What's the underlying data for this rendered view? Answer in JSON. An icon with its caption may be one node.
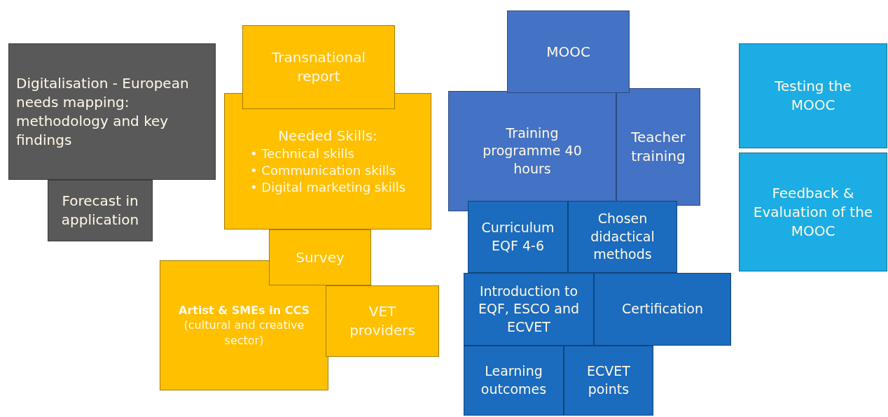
{
  "diagram": {
    "nodes": [
      {
        "text": [
          "Digitalisation - European needs mapping: methodology and key findings"
        ]
      },
      {
        "text": [
          "Forecast in application"
        ]
      },
      {
        "text": [
          "Transnational report"
        ]
      },
      {
        "text": [
          "Needed Skills:",
          "• Technical skills",
          "• Communication skills",
          "• Digital marketing skills"
        ]
      },
      {
        "text": [
          "Survey"
        ]
      },
      {
        "text": [
          "**Artist & SMEs in CCS** (cultural and creative sector)"
        ]
      },
      {
        "text": [
          "VET providers"
        ]
      },
      {
        "text": [
          "MOOC"
        ]
      },
      {
        "text": [
          "Training programme 40 hours"
        ]
      },
      {
        "text": [
          "Teacher training"
        ]
      },
      {
        "text": [
          "Curriculum EQF 4-6"
        ]
      },
      {
        "text": [
          "Chosen didactical methods"
        ]
      },
      {
        "text": [
          "Introduction to EQF, ESCO and ECVET"
        ]
      },
      {
        "text": [
          "Certification"
        ]
      },
      {
        "text": [
          "Learning outcomes"
        ]
      },
      {
        "text": [
          "ECVET points"
        ]
      },
      {
        "text": [
          "Testing the MOOC"
        ]
      },
      {
        "text": [
          "Feedback & Evaluation of the MOOC"
        ]
      }
    ],
    "edges": []
  }
}
